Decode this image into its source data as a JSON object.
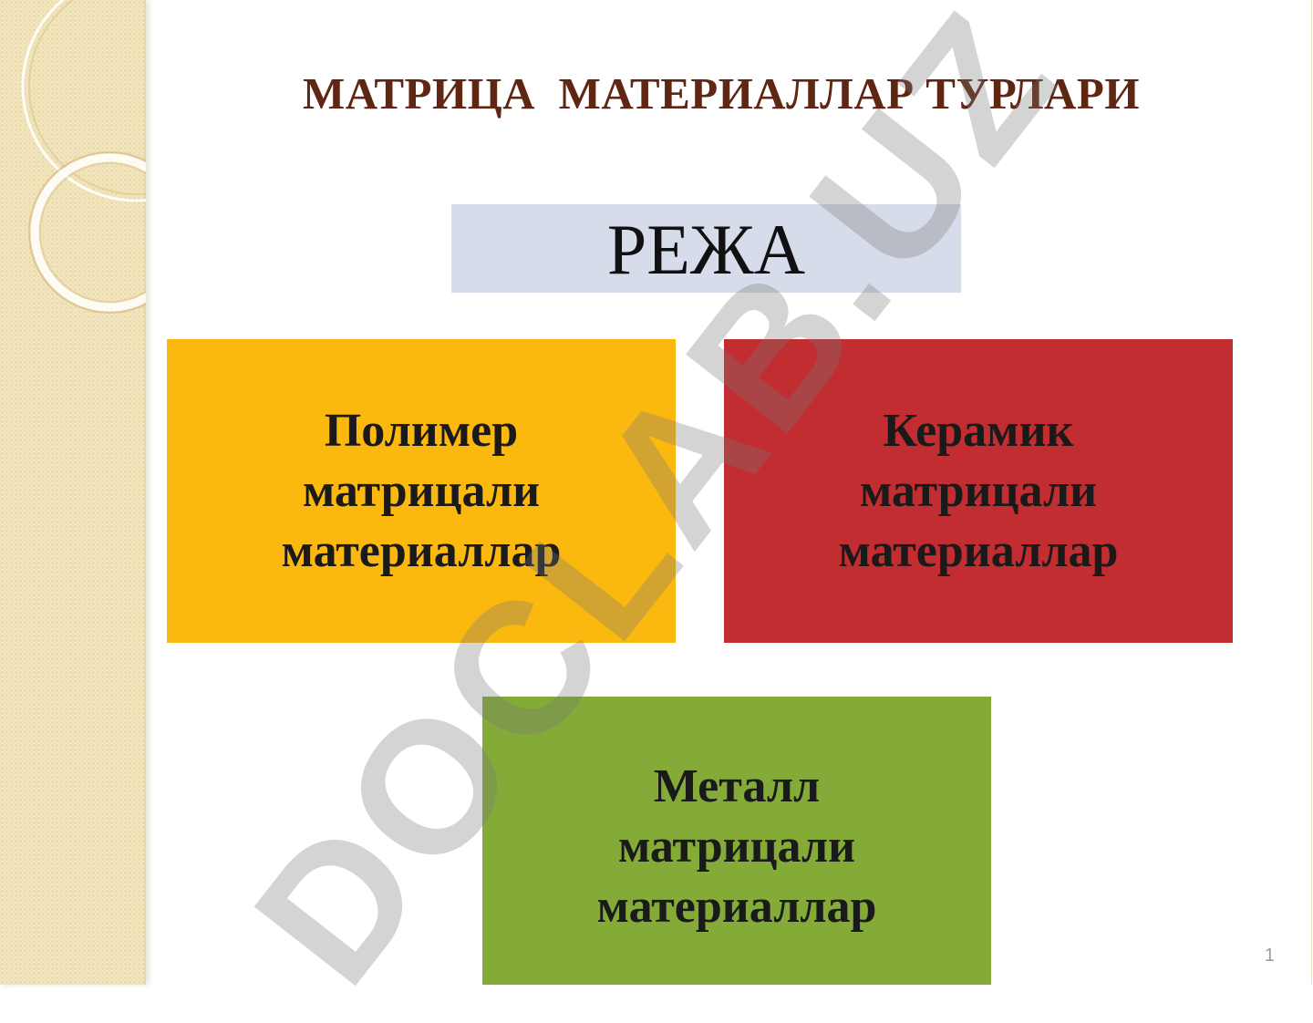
{
  "slide": {
    "title": "МАТРИЦА  МАТЕРИАЛЛАР ТУРЛАРИ",
    "plan_label": "РЕЖА",
    "boxes": [
      {
        "text": "Полимер\nматрицали\nматериаллар",
        "color": "#fbb80f"
      },
      {
        "text": "Керамик\nматрицали\nматериаллар",
        "color": "#c12d30"
      },
      {
        "text": "Металл\nматрицали\nматериаллар",
        "color": "#84aa37"
      }
    ],
    "page_number": "1"
  },
  "watermark": "DOCLAB.UZ"
}
